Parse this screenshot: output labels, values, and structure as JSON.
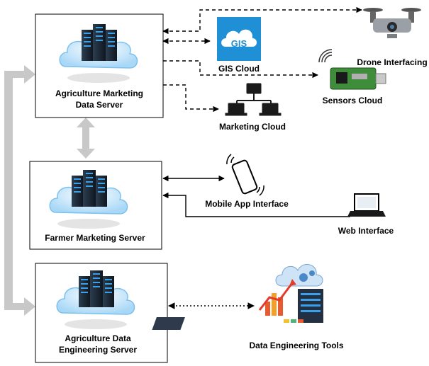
{
  "servers": {
    "marketing_data": {
      "line1": "Agriculture Marketing",
      "line2": "Data Server"
    },
    "farmer": {
      "line1": "Farmer Marketing Server"
    },
    "data_engineering": {
      "line1": "Agriculture Data",
      "line2": "Engineering Server"
    }
  },
  "clouds": {
    "gis": {
      "label": "GIS Cloud",
      "logo_text": "GIS",
      "logo_color": "#1f8fd6"
    },
    "drone": {
      "label": "Drone Interfacing"
    },
    "sensors": {
      "label": "Sensors Cloud"
    },
    "marketing": {
      "label": "Marketing Cloud"
    }
  },
  "interfaces": {
    "mobile": {
      "label": "Mobile App Interface"
    },
    "web": {
      "label": "Web Interface"
    },
    "tools": {
      "label": "Data Engineering Tools"
    }
  },
  "colors": {
    "server_rack": "#1a2530",
    "server_light": "#3aa0e8",
    "cloud": "#cfe9fb",
    "big_arrow": "#c8c8c8",
    "line": "#000000"
  }
}
